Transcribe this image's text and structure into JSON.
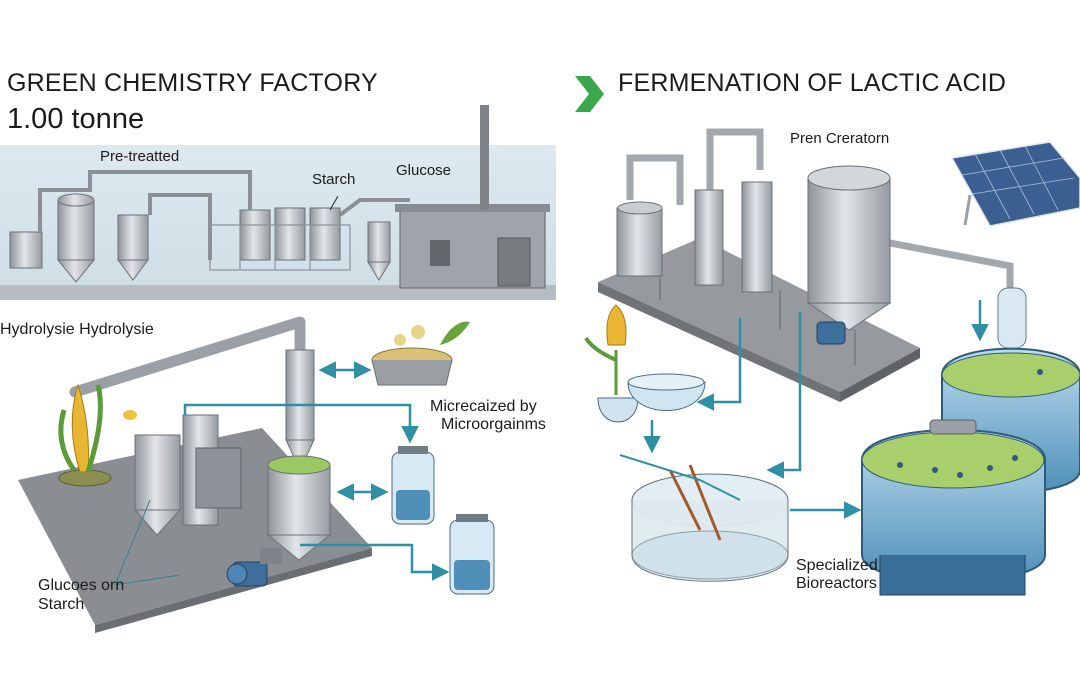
{
  "left_panel": {
    "title": "GREEN CHEMISTRY FACTORY",
    "subtitle": "1.00 tonne",
    "factory_labels": {
      "pretreated": "Pre-treatted",
      "starch": "Starch",
      "glucose": "Glucose"
    },
    "hydrolysis_label": "Hydrolysie Hydrolysie",
    "micro_label_line1": "Micrecaized by",
    "micro_label_line2": "Microorgainms",
    "bottom_label_line1": "Glucoes orn",
    "bottom_label_line2": "Starch"
  },
  "right_panel": {
    "title": "FERMENATION OF LACTIC ACID",
    "plant_label": "Pren Creratorn",
    "bioreactor_line1": "Specialized",
    "bioreactor_line2": "Bioreactors"
  },
  "colors": {
    "arrow": "#2f8fa3",
    "chevron": "#3aa84a",
    "steel": "#b9bec3",
    "platform": "#8d9196",
    "liquid_blue": "#7fb6d6",
    "liquid_green": "#a9cf6e",
    "sky_band": "#d3e2ea"
  },
  "icons": [
    "chevron-right-icon",
    "corn-icon",
    "solar-panel-icon",
    "pump-icon",
    "flask-icon",
    "bioreactor-icon"
  ]
}
